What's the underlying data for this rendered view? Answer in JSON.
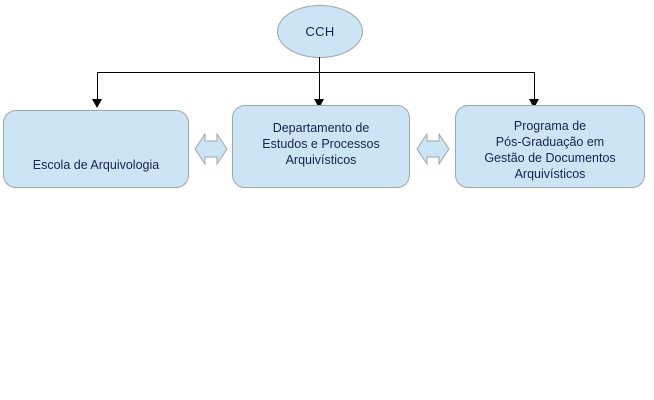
{
  "diagram": {
    "title": "CCH organizational structure",
    "colors": {
      "node_fill": "#cde4f4",
      "node_border": "#9aa7ad",
      "connector": "#000000",
      "text": "#16234a",
      "background": "#ffffff"
    },
    "root": {
      "label": "CCH"
    },
    "units": [
      {
        "id": "escola",
        "label": "Escola de Arquivologia"
      },
      {
        "id": "departamento",
        "label": "Departamento de\nEstudos e Processos\nArquivísticos"
      },
      {
        "id": "programa",
        "label": "Programa de\nPós-Graduação em\nGestão de Documentos\nArquivísticos"
      }
    ],
    "connectors": [
      {
        "id": "root-to-escola",
        "kind": "arrow-down"
      },
      {
        "id": "root-to-departamento",
        "kind": "arrow-down"
      },
      {
        "id": "root-to-programa",
        "kind": "arrow-down"
      },
      {
        "id": "escola-departamento",
        "kind": "double-arrow"
      },
      {
        "id": "departamento-programa",
        "kind": "double-arrow"
      }
    ]
  }
}
